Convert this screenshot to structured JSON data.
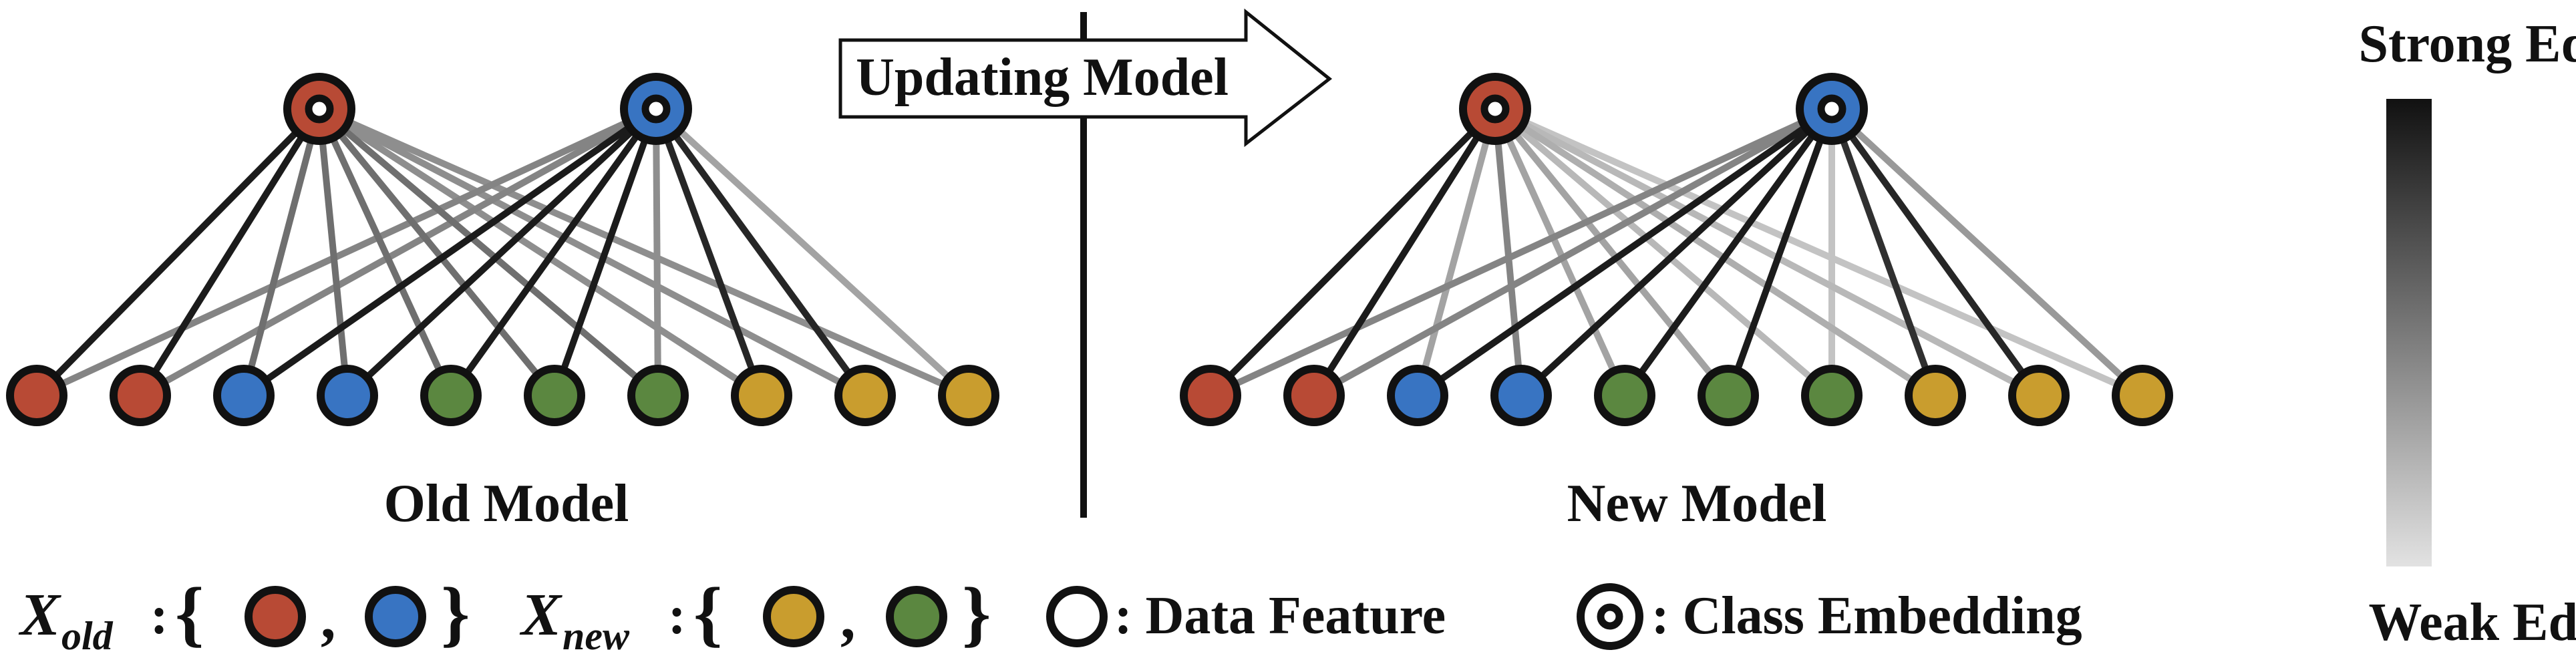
{
  "labels": {
    "updating_model": "Updating Model",
    "old_model": "Old Model",
    "new_model": "New Model",
    "strong_edge": "Strong Edge",
    "weak_edge": "Weak Edge"
  },
  "legend": {
    "x_old_symbol": "X",
    "x_old_subscript": "old",
    "x_new_symbol": "X",
    "x_new_subscript": "new",
    "colon": ":",
    "open_brace": "{",
    "close_brace": "}",
    "comma": ",",
    "data_feature": ": Data Feature",
    "class_embedding": ": Class Embedding"
  },
  "colors": {
    "red": "#b84a35",
    "blue": "#3874c2",
    "green": "#5b8740",
    "yellow": "#c99d2e",
    "outline": "#111111",
    "edge_strong": "#111111",
    "edge_weak": "#e2e2e2"
  },
  "graphs": [
    {
      "name": "old-model",
      "feature_colors": [
        "red",
        "red",
        "blue",
        "blue",
        "green",
        "green",
        "green",
        "yellow",
        "yellow",
        "yellow"
      ],
      "class_colors": [
        "red",
        "blue"
      ],
      "edge_weights": [
        [
          0.95,
          0.95,
          0.55,
          0.55,
          0.55,
          0.55,
          0.55,
          0.4,
          0.4,
          0.4
        ],
        [
          0.45,
          0.45,
          0.95,
          0.95,
          0.95,
          0.95,
          0.4,
          0.9,
          0.9,
          0.3
        ]
      ]
    },
    {
      "name": "new-model",
      "feature_colors": [
        "red",
        "red",
        "blue",
        "blue",
        "green",
        "green",
        "green",
        "yellow",
        "yellow",
        "yellow"
      ],
      "class_colors": [
        "red",
        "blue"
      ],
      "edge_weights": [
        [
          0.95,
          0.95,
          0.3,
          0.45,
          0.3,
          0.3,
          0.2,
          0.25,
          0.2,
          0.15
        ],
        [
          0.45,
          0.45,
          0.95,
          0.95,
          0.95,
          0.95,
          0.15,
          0.85,
          0.9,
          0.35
        ]
      ]
    }
  ]
}
